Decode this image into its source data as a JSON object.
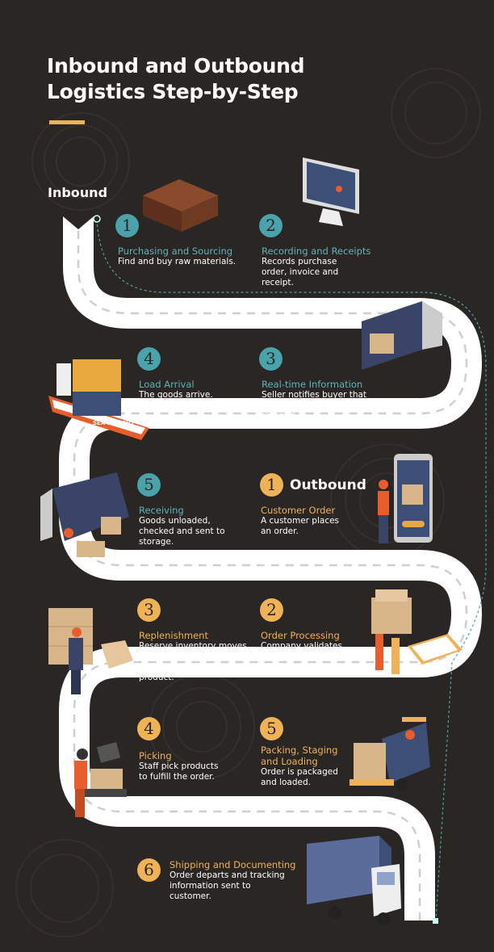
{
  "title": {
    "line1": "Inbound and Outbound",
    "line2": "Logistics Step-by-Step"
  },
  "colors": {
    "background": "#2a2624",
    "inbound": "#4aa3ab",
    "outbound": "#f0b257",
    "road": "#ffffff"
  },
  "inbound": {
    "label": "Inbound",
    "steps": [
      {
        "num": "1",
        "title": "Purchasing and Sourcing",
        "desc": "Find and buy raw materials.",
        "icon": "wood-pallet-icon"
      },
      {
        "num": "2",
        "title": "Recording and Receipts",
        "desc": "Records purchase order, invoice and receipt.",
        "icon": "computer-monitor-icon"
      },
      {
        "num": "3",
        "title": "Real-time Information",
        "desc": "Seller notifies buyer that goods have been shipped.",
        "icon": "delivery-truck-icon"
      },
      {
        "num": "4",
        "title": "Load Arrival",
        "desc": "The goods arrive.",
        "icon": "cargo-ship-icon",
        "ship_text": "SEA FREIGHT"
      },
      {
        "num": "5",
        "title": "Receiving",
        "desc": "Goods unloaded, checked and sent to storage.",
        "icon": "unloading-truck-icon"
      }
    ]
  },
  "outbound": {
    "label": "Outbound",
    "steps": [
      {
        "num": "1",
        "title": "Customer Order",
        "desc": "A customer places an order.",
        "icon": "smartphone-order-icon"
      },
      {
        "num": "2",
        "title": "Order Processing",
        "desc": "Company validates order and allocates product.",
        "icon": "clipboard-boxes-icon"
      },
      {
        "num": "3",
        "title": "Replenishment",
        "desc": "Reserve inventory moves to primary storage & replaces purchased product.",
        "icon": "warehouse-boxes-icon"
      },
      {
        "num": "4",
        "title": "Picking",
        "desc": "Staff pick products to fulfill the order.",
        "icon": "scale-worker-icon"
      },
      {
        "num": "5",
        "title": "Packing, Staging and Loading",
        "desc": "Order is packaged and loaded.",
        "icon": "forklift-icon"
      },
      {
        "num": "6",
        "title": "Shipping and Documenting",
        "desc": "Order departs and tracking information sent to customer.",
        "icon": "container-truck-icon"
      }
    ]
  }
}
